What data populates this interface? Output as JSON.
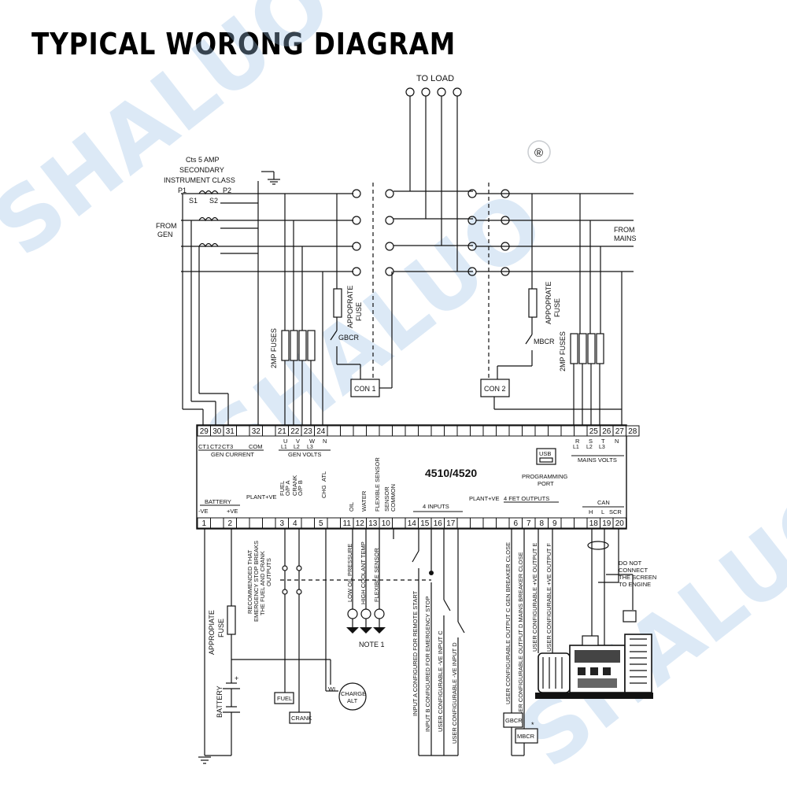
{
  "title": "TYPICAL WORONG DIAGRAM",
  "watermark": {
    "brand": "SHALUO",
    "reg_mark": "®",
    "color": "#9ec2e6"
  },
  "labels": {
    "to_load": "TO LOAD",
    "cts_line1": "Cts 5 AMP",
    "cts_line2": "SECONDARY",
    "cts_line3": "INSTRUMENT CLASS",
    "p1": "P1",
    "p2": "P2",
    "s1": "S1",
    "s2": "S2",
    "from_gen_1": "FROM",
    "from_gen_2": "GEN",
    "from_mains_1": "FROM",
    "from_mains_2": "MAINS",
    "fuses_left": "2MP FUSES",
    "fuses_right": "2MP FUSES",
    "fuse_left_1": "APPOPRATE",
    "fuse_left_2": "FUSE",
    "fuse_right_1": "APPOPRATE",
    "fuse_right_2": "FUSE",
    "gbcr": "GBCR",
    "mbcr": "MBCR",
    "con1": "CON 1",
    "con2": "CON 2",
    "controller": "4510/4520",
    "usb": "USB",
    "prog_1": "PROGRAMMING",
    "prog_2": "PORT",
    "gen_current": "GEN CURRENT",
    "ct1": "CT1",
    "ct2": "CT2",
    "ct3": "CT3",
    "com": "COM",
    "gen_volts": "GEN VOLTS",
    "mains_volts": "MAINS VOLTS",
    "battery": "BATTERY",
    "ve_minus": "-VE",
    "ve_plus": "+VE",
    "plant_ve_1": "PLANT+VE",
    "plant_ve_2": "PLANT+VE",
    "fuel": "FUEL",
    "opa": "O/P A",
    "crank": "CRANK",
    "opb": "O/P B",
    "chg": "CHG",
    "atl": "ATL",
    "oil": "OIL",
    "water": "WATER",
    "flex_sensor": "FLEXIBLE SENSOR",
    "sensor_1": "SENSOR",
    "sensor_2": "COMMON",
    "four_inputs": "4 INPUTS",
    "four_fet": "4 FET OUTPUTS",
    "can": "CAN",
    "h": "H",
    "l": "L",
    "scr": "SCR",
    "low_oil": "LOW OIL PRESSURE",
    "high_coolant": "HIGH COOLANT TEMP",
    "flexible_sensor": "FLEXIBLE SENSOR",
    "note1": "NOTE 1",
    "recommend_1": "RECOMMENDED THAT",
    "recommend_2": "EMERGENCY STOP BREAKS",
    "recommend_3": "THE FUEL AND CRANK",
    "recommend_4": "OUTPUTS",
    "appropriate_1": "APPROPIATE",
    "appropriate_2": "FUSE",
    "battery_side": "BATTERY",
    "fuel_box": "FUEL",
    "crank_box": "CRANK",
    "charge_1": "CHARGE",
    "charge_2": "ALT",
    "wl": "WL",
    "input_a": "INPUT A CONFIGURED FOR REMOTE START",
    "input_b": "INPUT B CONFIGURED FOR EMERGENCY STOP",
    "input_c": "USER CONFIGURABLE -VE INPUT C",
    "input_d": "USER CONFIGURABLE -VE INPUT D",
    "out_c": "USER CONFIGURABLE OUTPUT C GEN BREAKER CLOSE",
    "out_d": "USER CONFIGURABLE OUTPUT D MAINS BREAKER CLOSE",
    "out_e": "USER CONFIGURABLE +VE OUTPUT E",
    "out_f": "USER CONFIGURABLE +VE OUTPUT F",
    "dnc_1": "DO NOT",
    "dnc_2": "CONNECT",
    "dnc_3": "THE SCREEN",
    "dnc_4": "TO ENGINE",
    "gbcr_box": "GBCR",
    "mbcr_box": "MBCR",
    "plus": "+",
    "star": "*"
  },
  "top_terminals": [
    "29",
    "30",
    "31",
    "",
    "32",
    "",
    "21",
    "22",
    "23",
    "24",
    "",
    "",
    "",
    "",
    "",
    "",
    "",
    "",
    "",
    "",
    "",
    "",
    "",
    "",
    "",
    "",
    "",
    "",
    "",
    "",
    "25",
    "26",
    "27",
    "28"
  ],
  "bottom_terminals": [
    "1",
    "",
    "2",
    "",
    "",
    "",
    "3",
    "4",
    "",
    "5",
    "",
    "11",
    "12",
    "13",
    "10",
    "",
    "14",
    "15",
    "16",
    "17",
    "",
    "",
    "",
    "",
    "6",
    "7",
    "8",
    "9",
    "",
    "",
    "18",
    "19",
    "20"
  ],
  "gen_volt_letters": [
    "U",
    "V",
    "W",
    "N"
  ],
  "gen_volt_phases": [
    "L1",
    "L2",
    "L3"
  ],
  "mains_volt_letters": [
    "R",
    "S",
    "T",
    "N"
  ],
  "mains_volt_phases": [
    "L1",
    "L2",
    "L3"
  ]
}
